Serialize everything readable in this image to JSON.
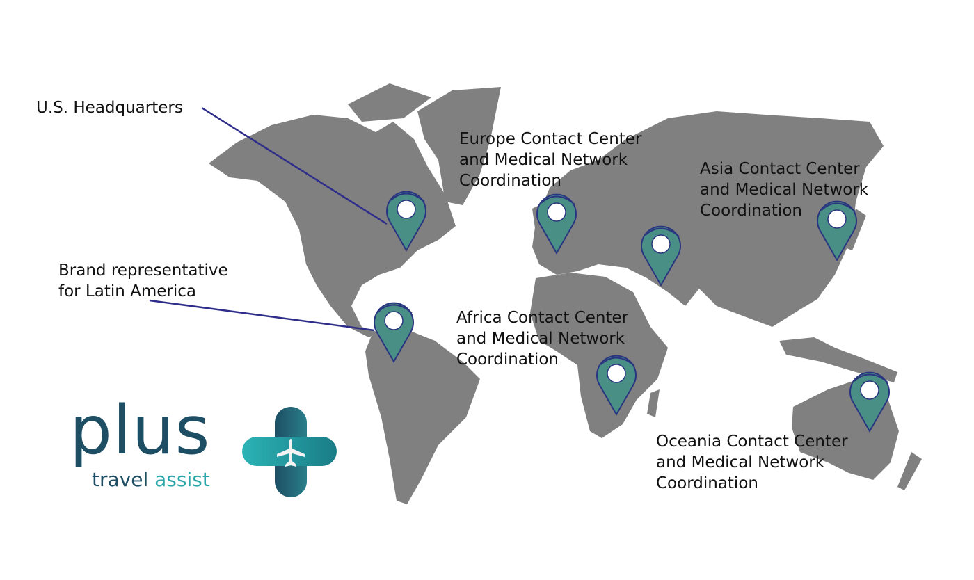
{
  "labels": {
    "us_hq": [
      "U.S. Headquarters"
    ],
    "latam": [
      "Brand representative",
      "for Latin America"
    ],
    "europe": [
      "Europe Contact Center",
      "and Medical Network",
      "Coordination"
    ],
    "asia": [
      "Asia Contact Center",
      "and Medical Network",
      "Coordination"
    ],
    "africa": [
      "Africa Contact Center",
      "and Medical Network",
      "Coordination"
    ],
    "oceania": [
      "Oceania Contact Center",
      "and Medical Network",
      "Coordination"
    ]
  },
  "logo": {
    "word": "plus",
    "sub_1": "travel",
    "sub_2": "assist"
  },
  "colors": {
    "land": "#808080",
    "pin_fill": "#4a8f86",
    "pin_outline": "#2a3580",
    "leader_line": "#2e2e8a",
    "brand_dark": "#1d4e63",
    "brand_teal": "#2aa6a8"
  }
}
